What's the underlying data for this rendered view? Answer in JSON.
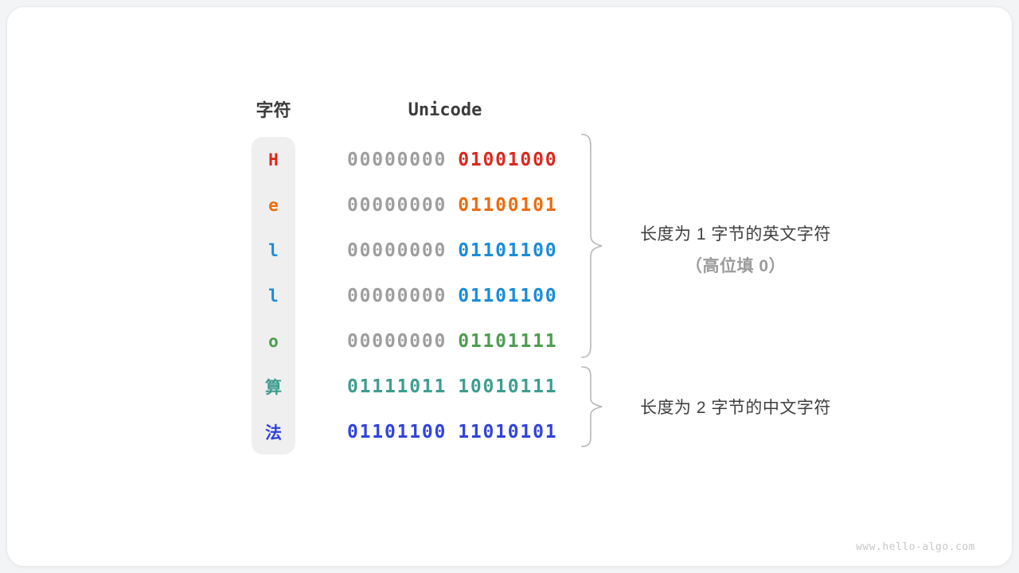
{
  "header": {
    "char_label": "字符",
    "unicode_label": "Unicode"
  },
  "colors": {
    "gray_byte": "#9e9e9e",
    "header_text": "#3b3b3b",
    "brace": "#b7b7b7",
    "strip_bg": "#efefef",
    "card_bg": "#ffffff"
  },
  "rows": [
    {
      "char": "H",
      "byte1": "00000000",
      "byte2": "01001000",
      "color": "#dc281e",
      "byte1_color": "#9e9e9e"
    },
    {
      "char": "e",
      "byte1": "00000000",
      "byte2": "01100101",
      "color": "#ed6c0e",
      "byte1_color": "#9e9e9e"
    },
    {
      "char": "l",
      "byte1": "00000000",
      "byte2": "01101100",
      "color": "#1a8cd8",
      "byte1_color": "#9e9e9e"
    },
    {
      "char": "l",
      "byte1": "00000000",
      "byte2": "01101100",
      "color": "#1a8cd8",
      "byte1_color": "#9e9e9e"
    },
    {
      "char": "o",
      "byte1": "00000000",
      "byte2": "01101111",
      "color": "#4f9c51",
      "byte1_color": "#9e9e9e"
    },
    {
      "char": "算",
      "byte1": "01111011",
      "byte2": "10010111",
      "color": "#3e9d8e",
      "byte1_color": "#3e9d8e"
    },
    {
      "char": "法",
      "byte1": "01101100",
      "byte2": "11010101",
      "color": "#3143dd",
      "byte1_color": "#3143dd"
    }
  ],
  "annotations": {
    "group1_line1": "长度为 1 字节的英文字符",
    "group1_line2": "（高位填 0）",
    "group2_line1": "长度为 2 字节的中文字符"
  },
  "watermark": "www.hello-algo.com"
}
